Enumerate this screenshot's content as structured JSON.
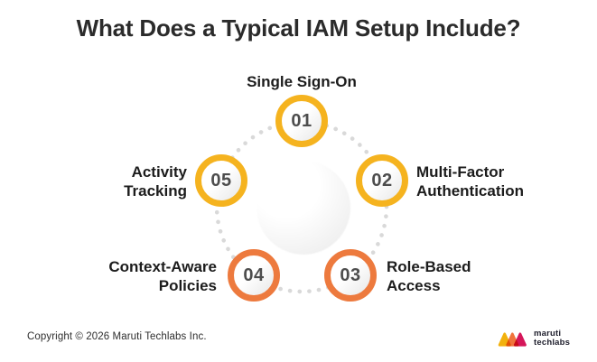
{
  "title": "What Does a Typical IAM Setup Include?",
  "diagram": {
    "nodes": [
      {
        "number": "01",
        "line1": "Single Sign-On",
        "line2": "",
        "ring_color": "#F5B31F"
      },
      {
        "number": "02",
        "line1": "Multi-Factor",
        "line2": "Authentication",
        "ring_color": "#F5B31F"
      },
      {
        "number": "03",
        "line1": "Role-Based",
        "line2": "Access",
        "ring_color": "#ED7A3E"
      },
      {
        "number": "04",
        "line1": "Context-Aware",
        "line2": "Policies",
        "ring_color": "#ED7A3E"
      },
      {
        "number": "05",
        "line1": "Activity",
        "line2": "Tracking",
        "ring_color": "#F5B31F"
      }
    ],
    "connector_dot_color": "#D9D9D9"
  },
  "footer": {
    "copyright": "Copyright © 2026 Maruti Techlabs Inc.",
    "logo_line1": "maruti",
    "logo_line2": "techlabs",
    "logo_colors": {
      "yellow": "#F2B10D",
      "orange": "#F0743C",
      "magenta": "#D5175A"
    }
  },
  "colors": {
    "title_text": "#2B2B2B",
    "label_text": "#1C1C1C",
    "number_text": "#4D4D4D",
    "background": "#FFFFFF"
  }
}
